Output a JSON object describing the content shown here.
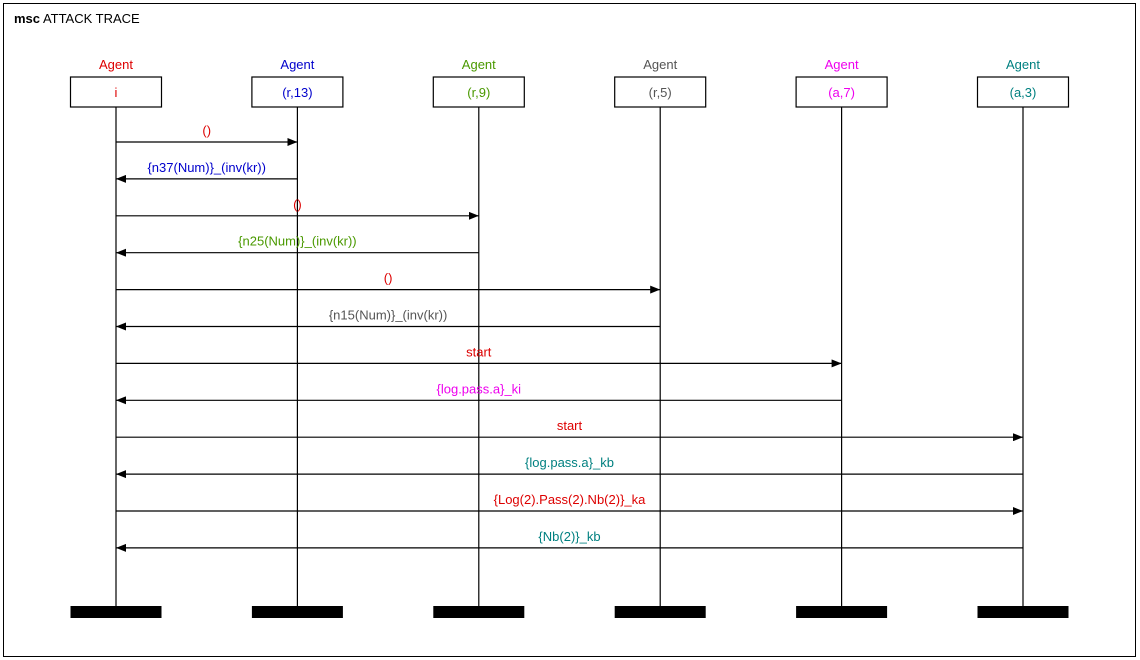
{
  "title": {
    "keyword": "msc",
    "name": "ATTACK TRACE"
  },
  "lifelines": [
    {
      "type": "Agent",
      "name": "i",
      "color": "#dd0000"
    },
    {
      "type": "Agent",
      "name": "(r,13)",
      "color": "#0000cc"
    },
    {
      "type": "Agent",
      "name": "(r,9)",
      "color": "#4a9900"
    },
    {
      "type": "Agent",
      "name": "(r,5)",
      "color": "#555555"
    },
    {
      "type": "Agent",
      "name": "(a,7)",
      "color": "#ee00ee"
    },
    {
      "type": "Agent",
      "name": "(a,3)",
      "color": "#008080"
    }
  ],
  "messages": [
    {
      "from": 0,
      "to": 1,
      "label": "()",
      "color": "#dd0000"
    },
    {
      "from": 1,
      "to": 0,
      "label": "{n37(Num)}_(inv(kr))",
      "color": "#0000cc"
    },
    {
      "from": 0,
      "to": 2,
      "label": "()",
      "color": "#dd0000"
    },
    {
      "from": 2,
      "to": 0,
      "label": "{n25(Num)}_(inv(kr))",
      "color": "#4a9900"
    },
    {
      "from": 0,
      "to": 3,
      "label": "()",
      "color": "#dd0000"
    },
    {
      "from": 3,
      "to": 0,
      "label": "{n15(Num)}_(inv(kr))",
      "color": "#555555"
    },
    {
      "from": 0,
      "to": 4,
      "label": "start",
      "color": "#dd0000"
    },
    {
      "from": 4,
      "to": 0,
      "label": "{log.pass.a}_ki",
      "color": "#ee00ee"
    },
    {
      "from": 0,
      "to": 5,
      "label": "start",
      "color": "#dd0000"
    },
    {
      "from": 5,
      "to": 0,
      "label": "{log.pass.a}_kb",
      "color": "#008080"
    },
    {
      "from": 0,
      "to": 5,
      "label": "{Log(2).Pass(2).Nb(2)}_ka",
      "color": "#dd0000"
    },
    {
      "from": 5,
      "to": 0,
      "label": "{Nb(2)}_kb",
      "color": "#008080"
    }
  ]
}
